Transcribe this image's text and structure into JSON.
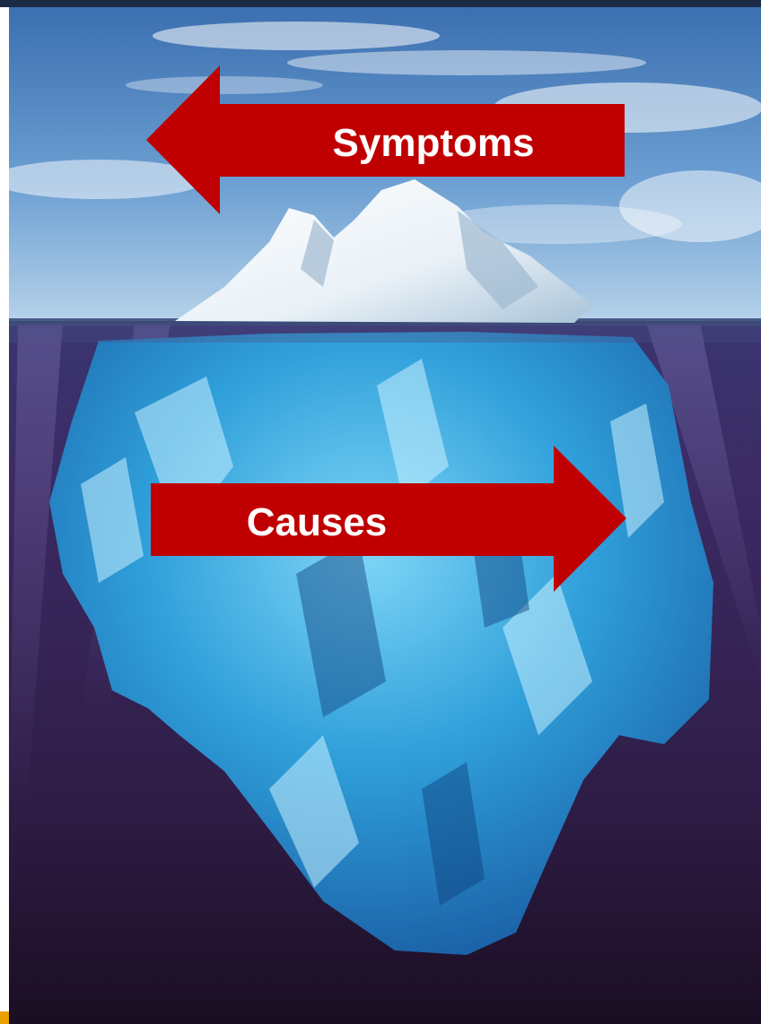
{
  "labels": {
    "symptoms": "Symptoms",
    "causes": "Causes"
  },
  "colors": {
    "arrow_fill": "#c00000",
    "label_text": "#ffffff",
    "sky_top": "#3f78b8",
    "sky_bottom": "#a9c9e6",
    "deep_water": "#2c1a3e",
    "ice_above": "#f4f8fb",
    "ice_below": "#2fa3dc"
  },
  "icons": {
    "symptoms_arrow": "arrow-left",
    "causes_arrow": "arrow-right"
  }
}
